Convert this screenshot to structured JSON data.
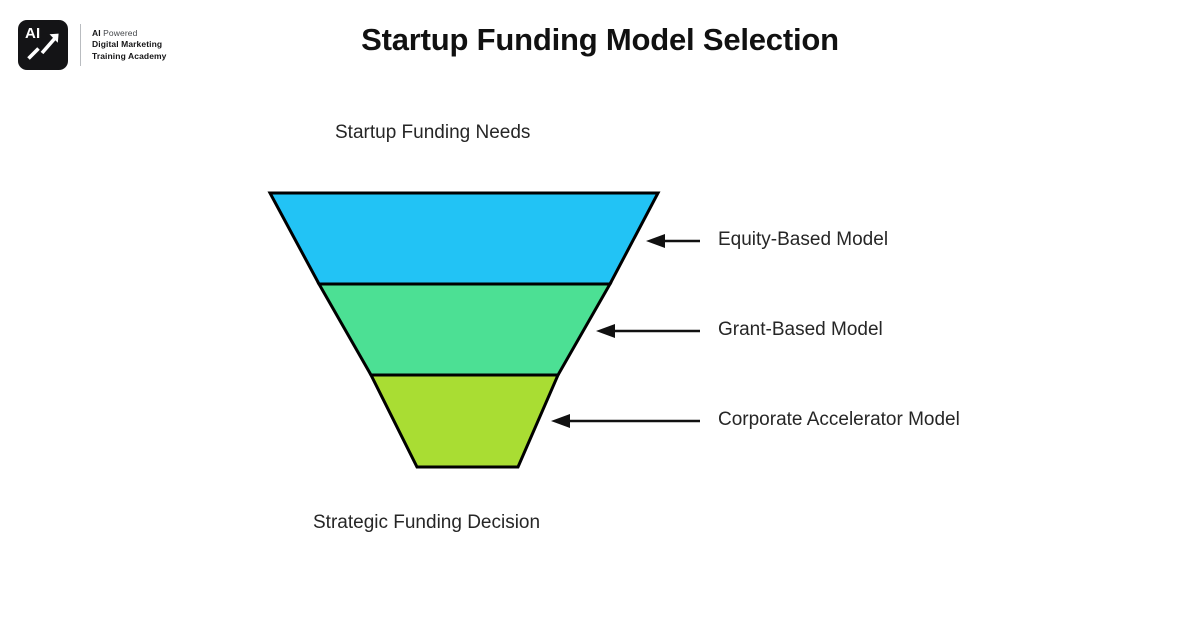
{
  "brand": {
    "mark_text": "AI",
    "mark_icon": "growth-arrow-icon",
    "line1_bold": "AI",
    "line1_regular": " Powered",
    "line2": "Digital Marketing",
    "line3": "Training Academy"
  },
  "header": {
    "title": "Startup Funding Model Selection"
  },
  "diagram": {
    "top_caption": "Startup Funding Needs",
    "bottom_caption": "Strategic Funding Decision",
    "stages": [
      {
        "label": "Equity-Based Model",
        "color": "#22c3f5"
      },
      {
        "label": "Grant-Based Model",
        "color": "#4ce094"
      },
      {
        "label": "Corporate Accelerator Model",
        "color": "#a9dd33"
      }
    ],
    "outline_color": "#000000",
    "background_color": "#ffffff"
  },
  "chart_data": {
    "type": "funnel",
    "title": "Startup Funding Model Selection",
    "top_label": "Startup Funding Needs",
    "bottom_label": "Strategic Funding Decision",
    "orientation": "vertical-inverted",
    "categories": [
      "Equity-Based Model",
      "Grant-Based Model",
      "Corporate Accelerator Model"
    ],
    "colors": [
      "#22c3f5",
      "#4ce094",
      "#a9dd33"
    ],
    "stage_top_widths": [
      388,
      290,
      186
    ],
    "stage_bottom_widths": [
      290,
      186,
      100
    ],
    "stage_heights": [
      91,
      91,
      92
    ],
    "legend": "none",
    "grid": false
  }
}
